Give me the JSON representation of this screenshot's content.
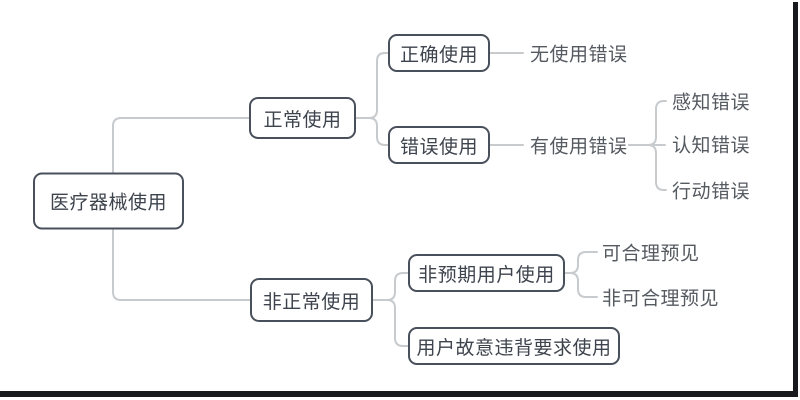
{
  "colors": {
    "background": "#ffffff",
    "node_border": "#49505b",
    "node_text": "#3e444d",
    "leaf_text": "#555a61",
    "connector": "#c8cbce",
    "frame_edge": "#17191c"
  },
  "tree": {
    "root": {
      "label": "医疗器械使用"
    },
    "branches": [
      {
        "label": "正常使用",
        "children": [
          {
            "label": "正确使用",
            "children": [
              {
                "label": "无使用错误"
              }
            ]
          },
          {
            "label": "错误使用",
            "children": [
              {
                "label": "有使用错误",
                "children": [
                  {
                    "label": "感知错误"
                  },
                  {
                    "label": "认知错误"
                  },
                  {
                    "label": "行动错误"
                  }
                ]
              }
            ]
          }
        ]
      },
      {
        "label": "非正常使用",
        "children": [
          {
            "label": "非预期用户使用",
            "children": [
              {
                "label": "可合理预见"
              },
              {
                "label": "非可合理预见"
              }
            ]
          },
          {
            "label": "用户故意违背要求使用"
          }
        ]
      }
    ]
  }
}
